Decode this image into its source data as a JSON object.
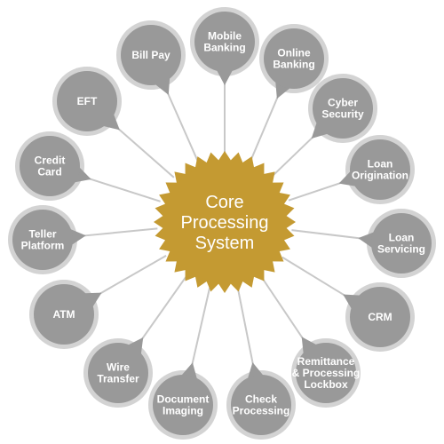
{
  "colors": {
    "core_fill": "#C49A32",
    "node_fill": "#999999",
    "node_ring": "#D3D3D3",
    "connector": "#C8C8C8",
    "node_text": "#FFFFFF",
    "core_text": "#FFFFFF"
  },
  "core": {
    "label_lines": [
      "Core",
      "Processing",
      "System"
    ]
  },
  "nodes": [
    {
      "id": "mobile-banking",
      "label_lines": [
        "Mobile",
        "Banking"
      ]
    },
    {
      "id": "online-banking",
      "label_lines": [
        "Online",
        "Banking"
      ]
    },
    {
      "id": "cyber-security",
      "label_lines": [
        "Cyber",
        "Security"
      ]
    },
    {
      "id": "loan-origination",
      "label_lines": [
        "Loan",
        "Origination"
      ]
    },
    {
      "id": "loan-servicing",
      "label_lines": [
        "Loan",
        "Servicing"
      ]
    },
    {
      "id": "crm",
      "label_lines": [
        "CRM"
      ]
    },
    {
      "id": "remittance-processing-lockbox",
      "label_lines": [
        "Remittance",
        "& Processing",
        "Lockbox"
      ]
    },
    {
      "id": "check-processing",
      "label_lines": [
        "Check",
        "Processing"
      ]
    },
    {
      "id": "document-imaging",
      "label_lines": [
        "Document",
        "Imaging"
      ]
    },
    {
      "id": "wire-transfer",
      "label_lines": [
        "Wire",
        "Transfer"
      ]
    },
    {
      "id": "atm",
      "label_lines": [
        "ATM"
      ]
    },
    {
      "id": "teller-platform",
      "label_lines": [
        "Teller",
        "Platform"
      ]
    },
    {
      "id": "credit-card",
      "label_lines": [
        "Credit",
        "Card"
      ]
    },
    {
      "id": "eft",
      "label_lines": [
        "EFT"
      ]
    },
    {
      "id": "bill-pay",
      "label_lines": [
        "Bill Pay"
      ]
    }
  ]
}
